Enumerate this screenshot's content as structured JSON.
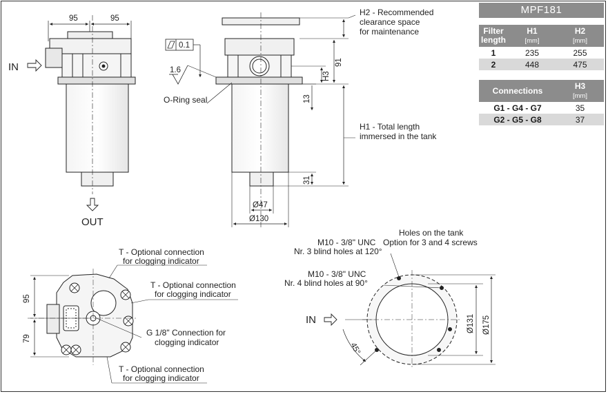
{
  "model": "MPF181",
  "front_view": {
    "dim_top_left": "95",
    "dim_top_right": "95",
    "in_label": "IN",
    "out_label": "OUT"
  },
  "side_view": {
    "flatness_value": "0.1",
    "roughness_value": "1.6",
    "oring_label": "O-Ring seal",
    "h2_label_lines": [
      "H2 - Recommended",
      "clearance space",
      "for maintenance"
    ],
    "h1_label_lines": [
      "H1 - Total length",
      "immersed in the tank"
    ],
    "dim_h3": "H3",
    "dim_91": "91",
    "dim_13": "13",
    "dim_31": "31",
    "dim_d47": "Ø47",
    "dim_d130": "Ø130"
  },
  "bottom_view": {
    "dim_95": "95",
    "dim_79": "79",
    "t_label_1": [
      "T - Optional connection",
      "for clogging indicator"
    ],
    "t_label_2": [
      "T - Optional connection",
      "for clogging indicator"
    ],
    "g_label": [
      "G 1/8\" Connection for",
      "clogging indicator"
    ],
    "t_label_3": [
      "T - Optional connection",
      "for clogging indicator"
    ]
  },
  "tank_view": {
    "holes_title": [
      "Holes on the tank",
      "Option for 3 and 4 screws"
    ],
    "m10_3": [
      "M10 - 3/8\" UNC",
      "Nr. 3 blind holes at 120°"
    ],
    "m10_4": [
      "M10 - 3/8\" UNC",
      "Nr. 4 blind holes at 90°"
    ],
    "in_label": "IN",
    "dim_45": "45°",
    "dim_d131": "Ø131",
    "dim_d175": "Ø175"
  },
  "length_table": {
    "headers": [
      "Filter length",
      "H1",
      "H2"
    ],
    "units": [
      "",
      "[mm]",
      "[mm]"
    ],
    "rows": [
      {
        "length": "1",
        "h1": "235",
        "h2": "255"
      },
      {
        "length": "2",
        "h1": "448",
        "h2": "475"
      }
    ]
  },
  "connections_table": {
    "headers": [
      "Connections",
      "H3"
    ],
    "unit": "[mm]",
    "rows": [
      {
        "conn": "G1 - G4 - G7",
        "h3": "35"
      },
      {
        "conn": "G2 - G5 - G8",
        "h3": "37"
      }
    ]
  }
}
